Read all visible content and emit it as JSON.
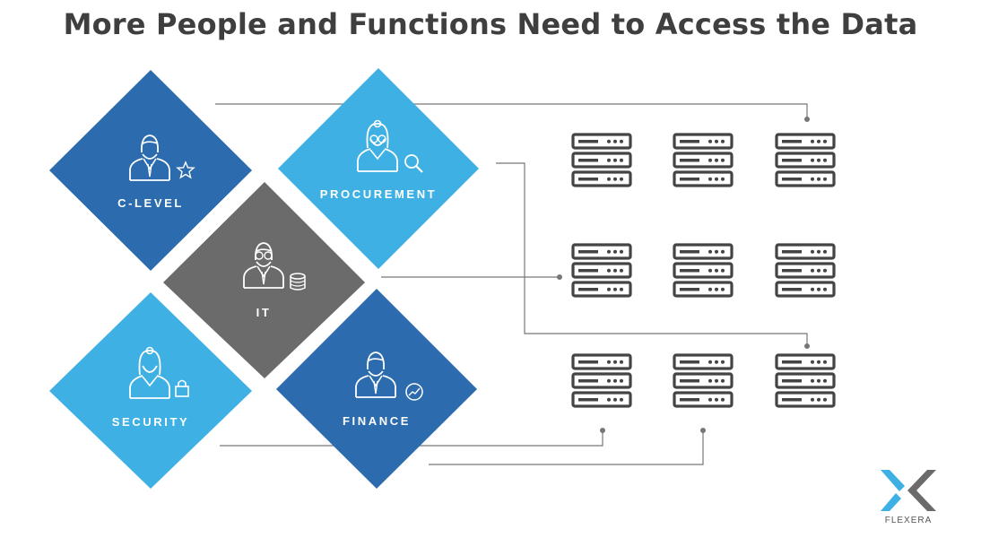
{
  "title": "More People and Functions Need to Access the Data",
  "roles": [
    {
      "id": "c-level",
      "label": "C-LEVEL",
      "color": "#2b6bae",
      "icon": "executive-star-icon"
    },
    {
      "id": "procurement",
      "label": "PROCUREMENT",
      "color": "#3fb0e3",
      "icon": "buyer-search-icon"
    },
    {
      "id": "it",
      "label": "IT",
      "color": "#6b6b6b",
      "icon": "it-admin-database-icon"
    },
    {
      "id": "security",
      "label": "SECURITY",
      "color": "#3fb0e3",
      "icon": "security-lock-icon"
    },
    {
      "id": "finance",
      "label": "FINANCE",
      "color": "#2b6bae",
      "icon": "finance-chart-icon"
    }
  ],
  "server_rack": {
    "rows": 3,
    "columns": 3,
    "icon": "server-stack-icon",
    "color": "#444444"
  },
  "connector_color": "#777777",
  "logo": {
    "text": "FLEXERA",
    "colors": [
      "#3fb0e3",
      "#6b6b6b"
    ]
  }
}
